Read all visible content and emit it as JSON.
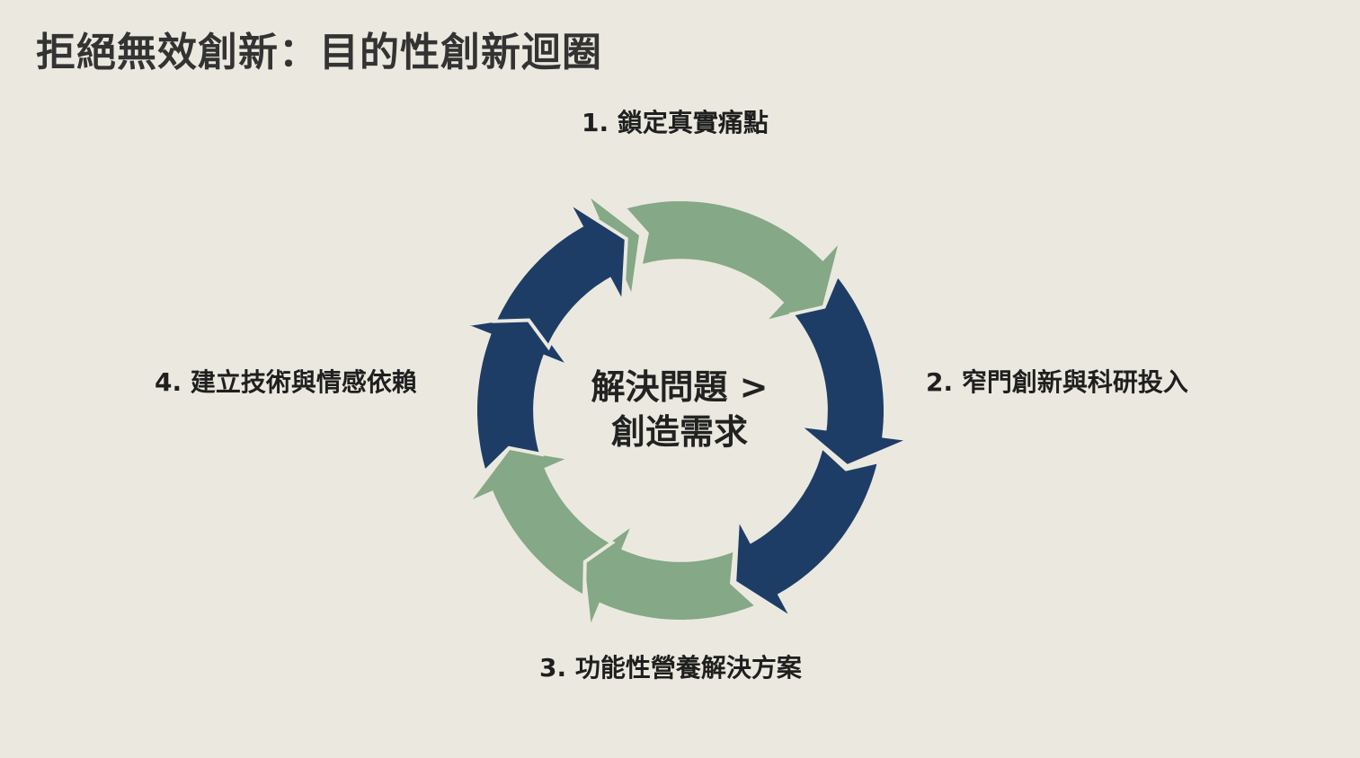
{
  "title": "拒絕無效創新：目的性創新迴圈",
  "steps": [
    {
      "label": "1. 鎖定真實痛點"
    },
    {
      "label": "2. 窄門創新與科研投入"
    },
    {
      "label": "3. 功能性營養解決方案"
    },
    {
      "label": "4. 建立技術與情感依賴"
    }
  ],
  "center": {
    "line1": "解決問題 >",
    "line2": "創造需求"
  },
  "colors": {
    "background": "#ebe9df",
    "green": "#85a886",
    "navy": "#1e3d66"
  }
}
